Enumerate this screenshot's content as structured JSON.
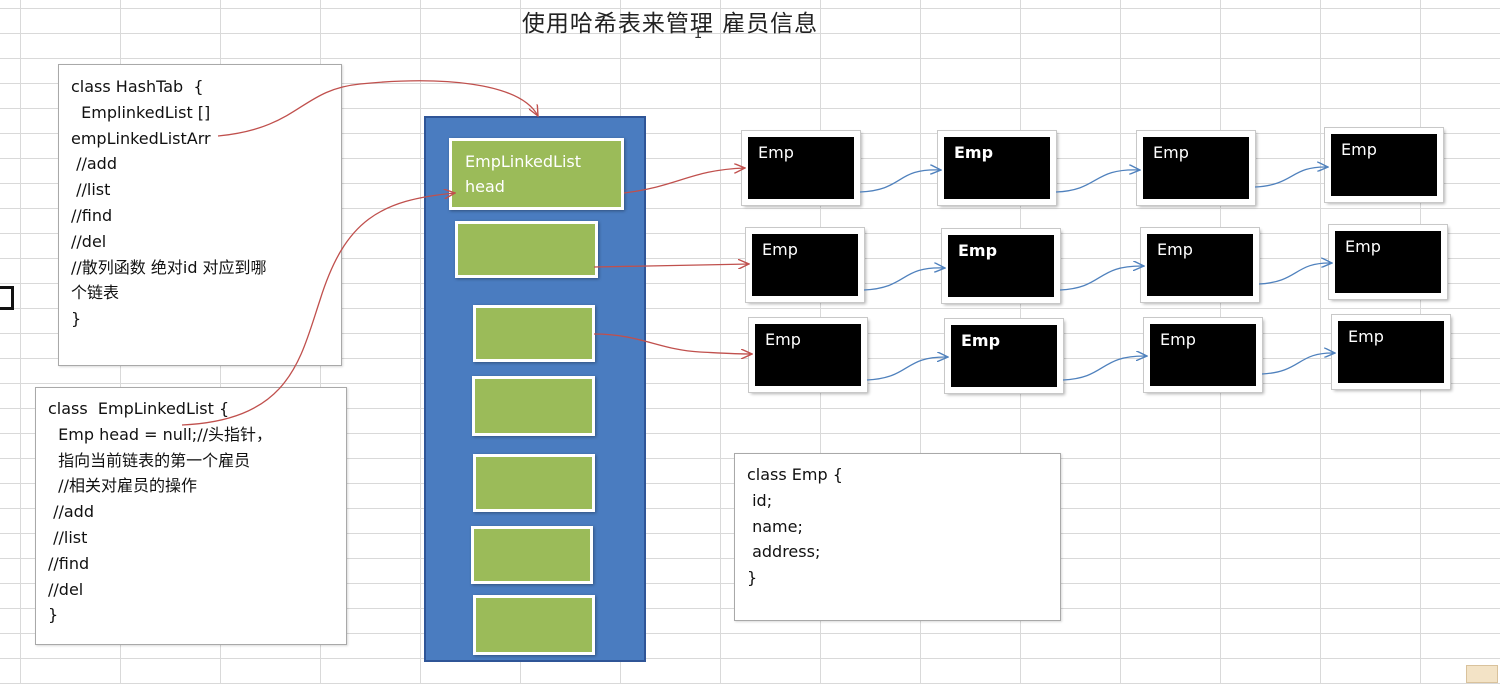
{
  "title": "使用哈希表来管理 雇员信息",
  "hashtab_box": {
    "lines": [
      "class HashTab  {",
      "  EmplinkedList []",
      "empLinkedListArr",
      " //add",
      " //list",
      "//find",
      "//del",
      "//散列函数 绝对id 对应到哪",
      "个链表",
      "}"
    ]
  },
  "emplinkedlist_box": {
    "lines": [
      "class  EmpLinkedList {",
      "  Emp head = null;//头指针，",
      "  指向当前链表的第一个雇员",
      "  //相关对雇员的操作",
      " //add",
      " //list",
      "//find",
      "//del",
      "}"
    ]
  },
  "emp_box": {
    "lines": [
      "class Emp {",
      " id;",
      " name;",
      " address;",
      "}"
    ]
  },
  "array_slots": {
    "head_label": "EmpLinkedList\nhead"
  },
  "emp_node_label": "Emp",
  "colors": {
    "array_fill": "#4a7cc0",
    "slot_fill": "#9bbb59",
    "node_fill": "#000000",
    "red_arrow": "#c0504d",
    "blue_arrow": "#4f81bd"
  }
}
